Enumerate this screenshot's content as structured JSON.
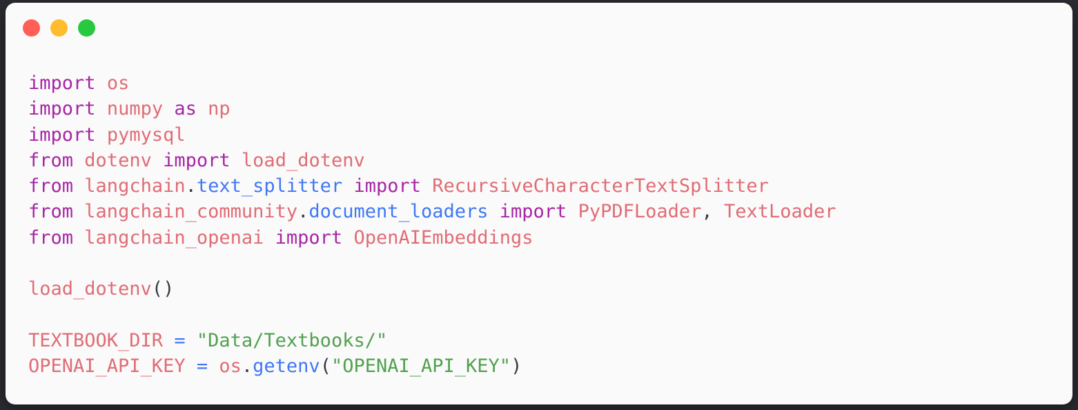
{
  "window": {
    "background_color": "#fafafa",
    "page_background_color": "#2b2b33",
    "controls": [
      {
        "name": "close",
        "color": "#ff5f56"
      },
      {
        "name": "minimize",
        "color": "#ffbd2e"
      },
      {
        "name": "maximize",
        "color": "#27c93f"
      }
    ]
  },
  "theme": {
    "keyword": "#a626a4",
    "module": "#e06c75",
    "submodule": "#4078f2",
    "function": "#4078f2",
    "string": "#50a14f",
    "operator": "#4078f2",
    "punctuation": "#383a42",
    "text": "#383a42"
  },
  "code": {
    "language": "python",
    "plain_text": "import os\nimport numpy as np\nimport pymysql\nfrom dotenv import load_dotenv\nfrom langchain.text_splitter import RecursiveCharacterTextSplitter\nfrom langchain_community.document_loaders import PyPDFLoader, TextLoader\nfrom langchain_openai import OpenAIEmbeddings\n\nload_dotenv()\n\nTEXTBOOK_DIR = \"Data/Textbooks/\"\nOPENAI_API_KEY = os.getenv(\"OPENAI_API_KEY\")",
    "lines": [
      {
        "n": 1,
        "tokens": [
          {
            "t": "import",
            "c": "keyword"
          },
          {
            "t": " ",
            "c": "plain"
          },
          {
            "t": "os",
            "c": "module"
          }
        ]
      },
      {
        "n": 2,
        "tokens": [
          {
            "t": "import",
            "c": "keyword"
          },
          {
            "t": " ",
            "c": "plain"
          },
          {
            "t": "numpy",
            "c": "module"
          },
          {
            "t": " ",
            "c": "plain"
          },
          {
            "t": "as",
            "c": "keyword"
          },
          {
            "t": " ",
            "c": "plain"
          },
          {
            "t": "np",
            "c": "module"
          }
        ]
      },
      {
        "n": 3,
        "tokens": [
          {
            "t": "import",
            "c": "keyword"
          },
          {
            "t": " ",
            "c": "plain"
          },
          {
            "t": "pymysql",
            "c": "module"
          }
        ]
      },
      {
        "n": 4,
        "tokens": [
          {
            "t": "from",
            "c": "keyword"
          },
          {
            "t": " ",
            "c": "plain"
          },
          {
            "t": "dotenv",
            "c": "module"
          },
          {
            "t": " ",
            "c": "plain"
          },
          {
            "t": "import",
            "c": "keyword"
          },
          {
            "t": " ",
            "c": "plain"
          },
          {
            "t": "load_dotenv",
            "c": "module"
          }
        ]
      },
      {
        "n": 5,
        "tokens": [
          {
            "t": "from",
            "c": "keyword"
          },
          {
            "t": " ",
            "c": "plain"
          },
          {
            "t": "langchain",
            "c": "module"
          },
          {
            "t": ".",
            "c": "punct"
          },
          {
            "t": "text_splitter",
            "c": "sub"
          },
          {
            "t": " ",
            "c": "plain"
          },
          {
            "t": "import",
            "c": "keyword"
          },
          {
            "t": " ",
            "c": "plain"
          },
          {
            "t": "RecursiveCharacterTextSplitter",
            "c": "module"
          }
        ]
      },
      {
        "n": 6,
        "tokens": [
          {
            "t": "from",
            "c": "keyword"
          },
          {
            "t": " ",
            "c": "plain"
          },
          {
            "t": "langchain_community",
            "c": "module"
          },
          {
            "t": ".",
            "c": "punct"
          },
          {
            "t": "document_loaders",
            "c": "sub"
          },
          {
            "t": " ",
            "c": "plain"
          },
          {
            "t": "import",
            "c": "keyword"
          },
          {
            "t": " ",
            "c": "plain"
          },
          {
            "t": "PyPDFLoader",
            "c": "module"
          },
          {
            "t": ",",
            "c": "punct"
          },
          {
            "t": " ",
            "c": "plain"
          },
          {
            "t": "TextLoader",
            "c": "module"
          }
        ]
      },
      {
        "n": 7,
        "tokens": [
          {
            "t": "from",
            "c": "keyword"
          },
          {
            "t": " ",
            "c": "plain"
          },
          {
            "t": "langchain_openai",
            "c": "module"
          },
          {
            "t": " ",
            "c": "plain"
          },
          {
            "t": "import",
            "c": "keyword"
          },
          {
            "t": " ",
            "c": "plain"
          },
          {
            "t": "OpenAIEmbeddings",
            "c": "module"
          }
        ]
      },
      {
        "n": 8,
        "tokens": []
      },
      {
        "n": 9,
        "tokens": [
          {
            "t": "load_dotenv",
            "c": "name"
          },
          {
            "t": "()",
            "c": "punct"
          }
        ]
      },
      {
        "n": 10,
        "tokens": []
      },
      {
        "n": 11,
        "tokens": [
          {
            "t": "TEXTBOOK_DIR",
            "c": "name"
          },
          {
            "t": " ",
            "c": "plain"
          },
          {
            "t": "=",
            "c": "op"
          },
          {
            "t": " ",
            "c": "plain"
          },
          {
            "t": "\"Data/Textbooks/\"",
            "c": "string"
          }
        ]
      },
      {
        "n": 12,
        "tokens": [
          {
            "t": "OPENAI_API_KEY",
            "c": "name"
          },
          {
            "t": " ",
            "c": "plain"
          },
          {
            "t": "=",
            "c": "op"
          },
          {
            "t": " ",
            "c": "plain"
          },
          {
            "t": "os",
            "c": "name"
          },
          {
            "t": ".",
            "c": "punct"
          },
          {
            "t": "getenv",
            "c": "func"
          },
          {
            "t": "(",
            "c": "punct"
          },
          {
            "t": "\"OPENAI_API_KEY\"",
            "c": "string"
          },
          {
            "t": ")",
            "c": "punct"
          }
        ]
      }
    ]
  }
}
